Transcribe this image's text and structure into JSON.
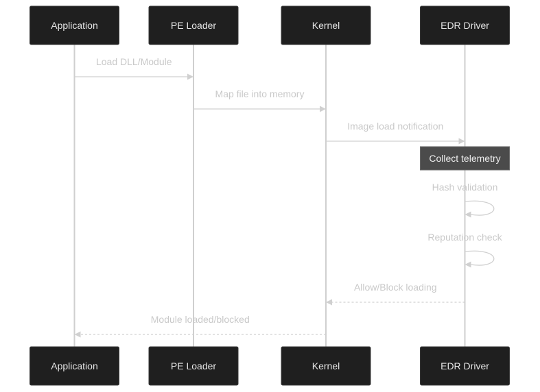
{
  "actors": [
    {
      "id": "app",
      "label": "Application"
    },
    {
      "id": "loader",
      "label": "PE Loader"
    },
    {
      "id": "kernel",
      "label": "Kernel"
    },
    {
      "id": "edr",
      "label": "EDR Driver"
    }
  ],
  "messages": [
    {
      "from": "app",
      "to": "loader",
      "label": "Load DLL/Module",
      "style": "solid"
    },
    {
      "from": "loader",
      "to": "kernel",
      "label": "Map file into memory",
      "style": "solid"
    },
    {
      "from": "kernel",
      "to": "edr",
      "label": "Image load notification",
      "style": "solid"
    },
    {
      "note": "edr",
      "label": "Collect telemetry"
    },
    {
      "from": "edr",
      "to": "edr",
      "label": "Hash validation",
      "style": "solid"
    },
    {
      "from": "edr",
      "to": "edr",
      "label": "Reputation check",
      "style": "solid"
    },
    {
      "from": "edr",
      "to": "kernel",
      "label": "Allow/Block loading",
      "style": "dashed"
    },
    {
      "from": "kernel",
      "to": "app",
      "label": "Module loaded/blocked",
      "style": "dashed"
    }
  ],
  "colors": {
    "actor_fill": "#1f1f1f",
    "actor_text": "#e6e6e6",
    "note_fill": "#4b4b4b",
    "lines": "#d0d0d0",
    "labels": "#c9c9c9"
  }
}
